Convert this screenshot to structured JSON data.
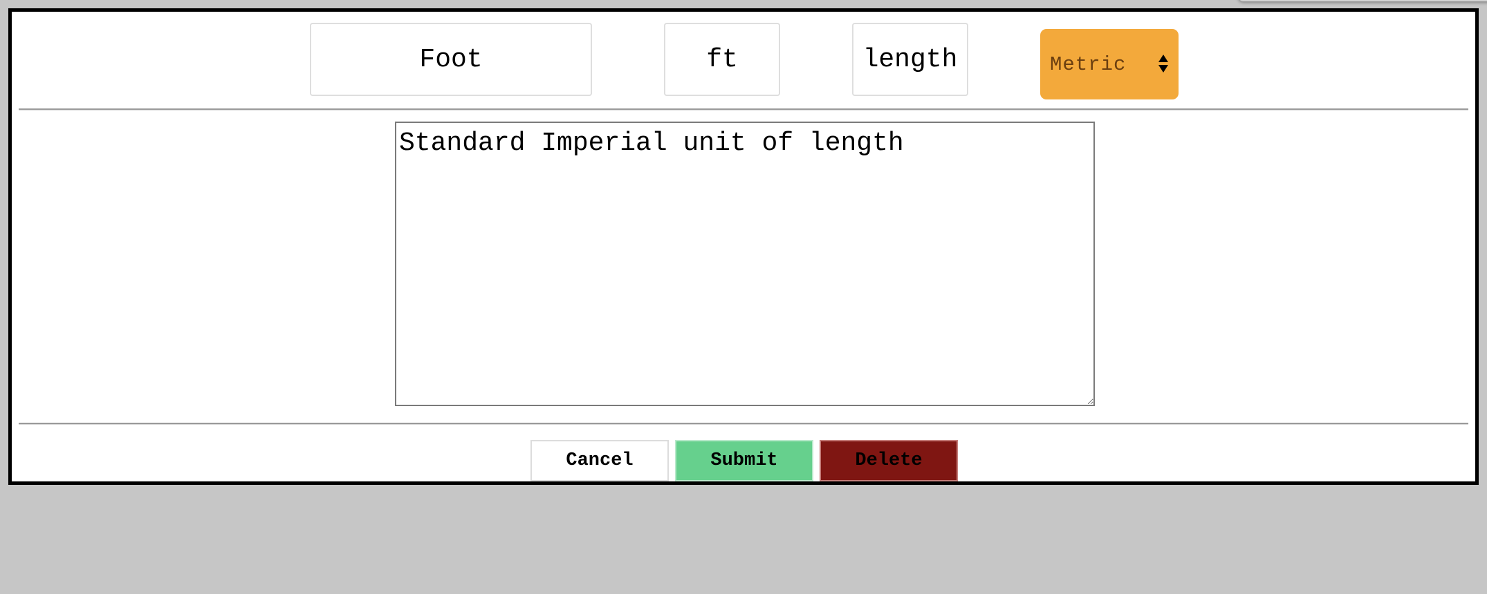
{
  "form": {
    "name_value": "Foot",
    "abbreviation_value": "ft",
    "type_value": "length",
    "system_select": {
      "selected": "Metric"
    },
    "description_value": "Standard Imperial unit of length"
  },
  "actions": {
    "cancel_label": "Cancel",
    "submit_label": "Submit",
    "delete_label": "Delete"
  },
  "colors": {
    "select_background": "#f3a93b",
    "submit_background": "#66d08d",
    "delete_background": "#7f1612",
    "page_background": "#c6c6c6"
  },
  "icons": {
    "select_arrows": "up-down-arrows-icon",
    "resize_handle": "resize-grip-icon"
  }
}
